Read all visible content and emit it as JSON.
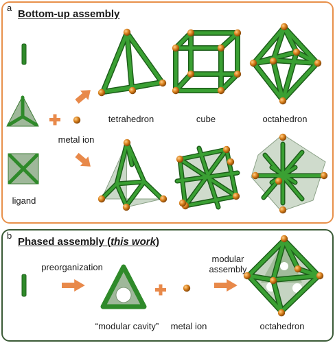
{
  "panel_a": {
    "letter": "a",
    "title": "Bottom-up assembly",
    "ligand_label": "ligand",
    "metal_label": "metal ion",
    "shape_labels": [
      "tetrahedron",
      "cube",
      "octahedron"
    ]
  },
  "panel_b": {
    "letter": "b",
    "title_main": "Phased assembly (",
    "title_emph": "this work",
    "title_end": ")",
    "step1": "preorganization",
    "step2_line1": "modular",
    "step2_line2": "assembly",
    "cavity_label": "“modular cavity”",
    "metal_label": "metal ion",
    "product_label": "octahedron"
  },
  "colors": {
    "panel_a_border": "#e8904a",
    "panel_b_border": "#3a5a36",
    "strut": "#2f8a2a",
    "strut_dark": "#1d5e1a",
    "metal": "#d9801c",
    "arrow": "#e8894a",
    "face": "#9fb89a"
  }
}
